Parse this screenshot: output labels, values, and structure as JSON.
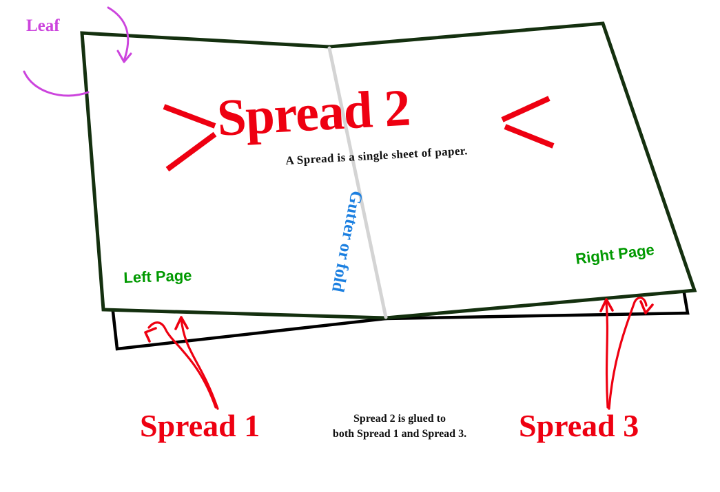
{
  "diagram": {
    "title": "Spread 2",
    "subtitle": "A Spread is a single sheet of paper.",
    "caption_line1": "Spread 2 is glued to",
    "caption_line2": "both Spread 1 and Spread 3.",
    "labels": {
      "leaf": "Leaf",
      "gutter": "Gutter or fold",
      "left_page": "Left Page",
      "right_page": "Right Page",
      "spread1": "Spread 1",
      "spread3": "Spread 3"
    },
    "colors": {
      "title_red": "#ee0011",
      "leaf_magenta": "#cc44dd",
      "gutter_blue": "#1b7fe0",
      "page_green": "#009900",
      "sheet_outline_green": "#14300f",
      "sheet_outline_black": "#000000",
      "gutter_line_gray": "#d4d4d4",
      "arrow_red": "#ee0011",
      "background": "#ffffff"
    }
  }
}
